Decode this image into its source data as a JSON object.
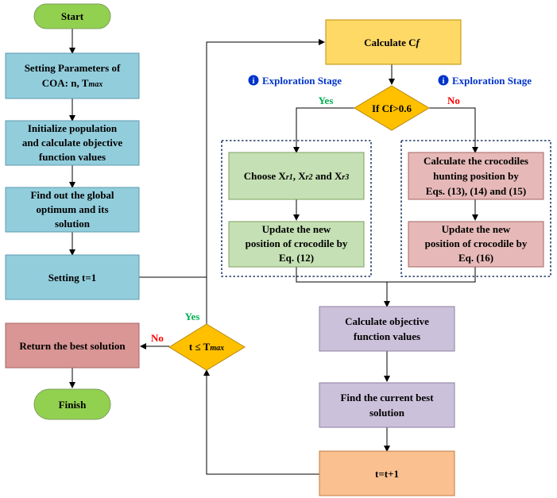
{
  "nodes": {
    "start": "Start",
    "setting_params_1": "Setting Parameters of",
    "setting_params_2a": "COA: n, T",
    "setting_params_2b": "max",
    "init_1": "Initialize population",
    "init_2": "and calculate objective",
    "init_3": "function values",
    "global_1": "Find out the global",
    "global_2": "optimum and its",
    "global_3": "solution",
    "setting_t": "Setting t=1",
    "return_best": "Return the best solution",
    "finish": "Finish",
    "calc_cf_a": "Calculate C",
    "calc_cf_b": "f",
    "if_cf": "If Cf>0.6",
    "decision_t_a": "t ≤ T",
    "decision_t_b": "max",
    "choose_a": "Choose X",
    "choose_b": "r1",
    "choose_c": ", X",
    "choose_d": "r2",
    "choose_e": " and X",
    "choose_f": "r3",
    "update_left_1": "Update the new",
    "update_left_2": "position of crocodile by",
    "update_left_3": "Eq. (12)",
    "hunt_1": "Calculate the crocodiles",
    "hunt_2": "hunting position by",
    "hunt_3": "Eqs. (13), (14) and (15)",
    "update_right_1": "Update the new",
    "update_right_2": "position of crocodile by",
    "update_right_3": "Eq. (16)",
    "calc_obj_1": "Calculate objective",
    "calc_obj_2": "function values",
    "current_best_1": "Find the current best",
    "current_best_2": "solution",
    "increment": "t=t+1"
  },
  "labels": {
    "stage_left": "Exploration Stage",
    "stage_right": "Exploration Stage",
    "info_icon": "i",
    "yes_cf": "Yes",
    "no_cf": "No",
    "yes_t": "Yes",
    "no_t": "No"
  },
  "colors": {
    "terminal": "#92D050",
    "process_blue": "#92CDDC",
    "return_red": "#D99694",
    "decision_gold": "#FFC000",
    "calc_cf": "#FFD966",
    "green_box": "#C5E0B4",
    "pink_box": "#E6B9B8",
    "purple_box": "#CCC1DA",
    "orange_box": "#FAC090",
    "yes_green": "#00B050",
    "no_red": "#FF0000",
    "stage_blue": "#0033CC",
    "dashed_border": "#1F3864"
  }
}
